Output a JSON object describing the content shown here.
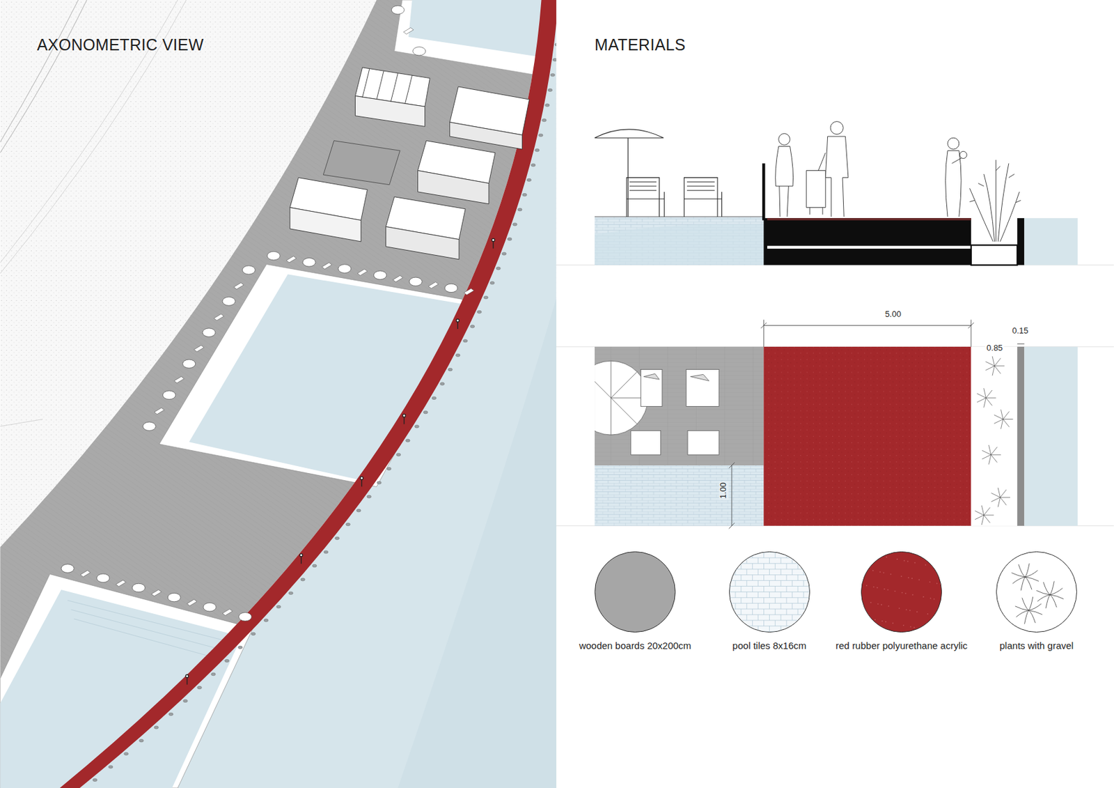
{
  "diagram": {
    "labels": [
      "AXONOMETRIC VIEW",
      "MATERIALS",
      "5.00",
      "0.15",
      "0.85",
      "1.00"
    ],
    "legend": [
      {
        "text": "wooden boards 20x200cm",
        "color": "#a6a6a6"
      },
      {
        "text": "pool tiles 8x16cm",
        "color": "#f3f7fa"
      },
      {
        "text": "red rubber polyurethane acrylic",
        "color": "#a3282b"
      },
      {
        "text": "plants with gravel",
        "color": "#ffffff"
      }
    ]
  }
}
